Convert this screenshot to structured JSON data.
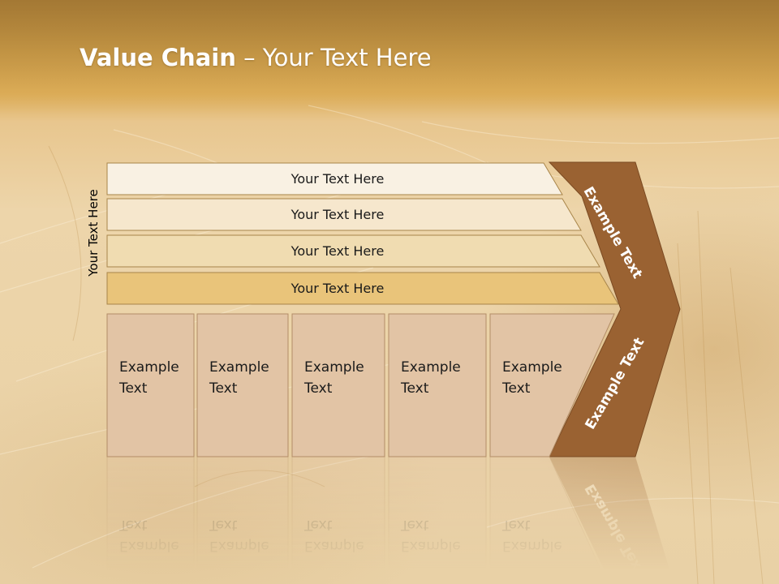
{
  "title": {
    "bold": "Value Chain",
    "rest": " – Your Text Here"
  },
  "side_label": "Your Text Here",
  "bars": [
    {
      "label": "Your Text Here",
      "fill": "#f9f1e3"
    },
    {
      "label": "Your Text Here",
      "fill": "#f6e7cd"
    },
    {
      "label": "Your Text Here",
      "fill": "#f0dcb1"
    },
    {
      "label": "Your Text Here",
      "fill": "#e9c47a"
    }
  ],
  "boxes": [
    {
      "line1": "Example",
      "line2": "Text"
    },
    {
      "line1": "Example",
      "line2": "Text"
    },
    {
      "line1": "Example",
      "line2": "Text"
    },
    {
      "line1": "Example",
      "line2": "Text"
    },
    {
      "line1": "Example",
      "line2": "Text"
    }
  ],
  "chevron": {
    "upper": "Example Text",
    "lower": "Example Text"
  },
  "colors": {
    "box_fill": "#e2c4a5",
    "box_stroke": "#b38d67",
    "bar_stroke": "#a8854a",
    "chevron_fill": "#9a6232",
    "chevron_text": "#ffffff"
  }
}
